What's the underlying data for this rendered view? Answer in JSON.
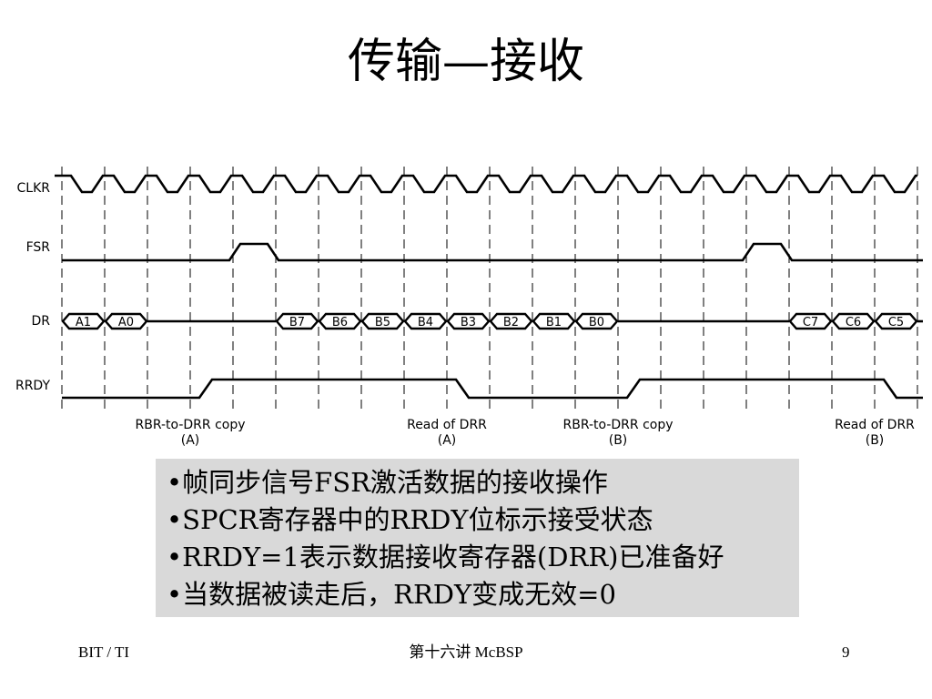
{
  "slide": {
    "title": "传输—接收"
  },
  "diagram": {
    "signals": [
      "CLKR",
      "FSR",
      "DR",
      "RRDY"
    ],
    "dr_bits_first": [
      "A1",
      "A0"
    ],
    "dr_bits_mid": [
      "B7",
      "B6",
      "B5",
      "B4",
      "B3",
      "B2",
      "B1",
      "B0"
    ],
    "dr_bits_last": [
      "C7",
      "C6",
      "C5"
    ],
    "annotations": [
      {
        "line1": "RBR-to-DRR copy",
        "line2": "(A)"
      },
      {
        "line1": "Read of DRR",
        "line2": "(A)"
      },
      {
        "line1": "RBR-to-DRR copy",
        "line2": "(B)"
      },
      {
        "line1": "Read of DRR",
        "line2": "(B)"
      }
    ]
  },
  "notes": [
    "•帧同步信号FSR激活数据的接收操作",
    "•SPCR寄存器中的RRDY位标示接受状态",
    "•RRDY=1表示数据接收寄存器(DRR)已准备好",
    "•当数据被读走后，RRDY变成无效=0"
  ],
  "colors": {
    "notes_background": "#d9d9d9",
    "line": "#000000"
  },
  "footer": {
    "left": "BIT / TI",
    "center": "第十六讲 McBSP",
    "page": "9"
  }
}
